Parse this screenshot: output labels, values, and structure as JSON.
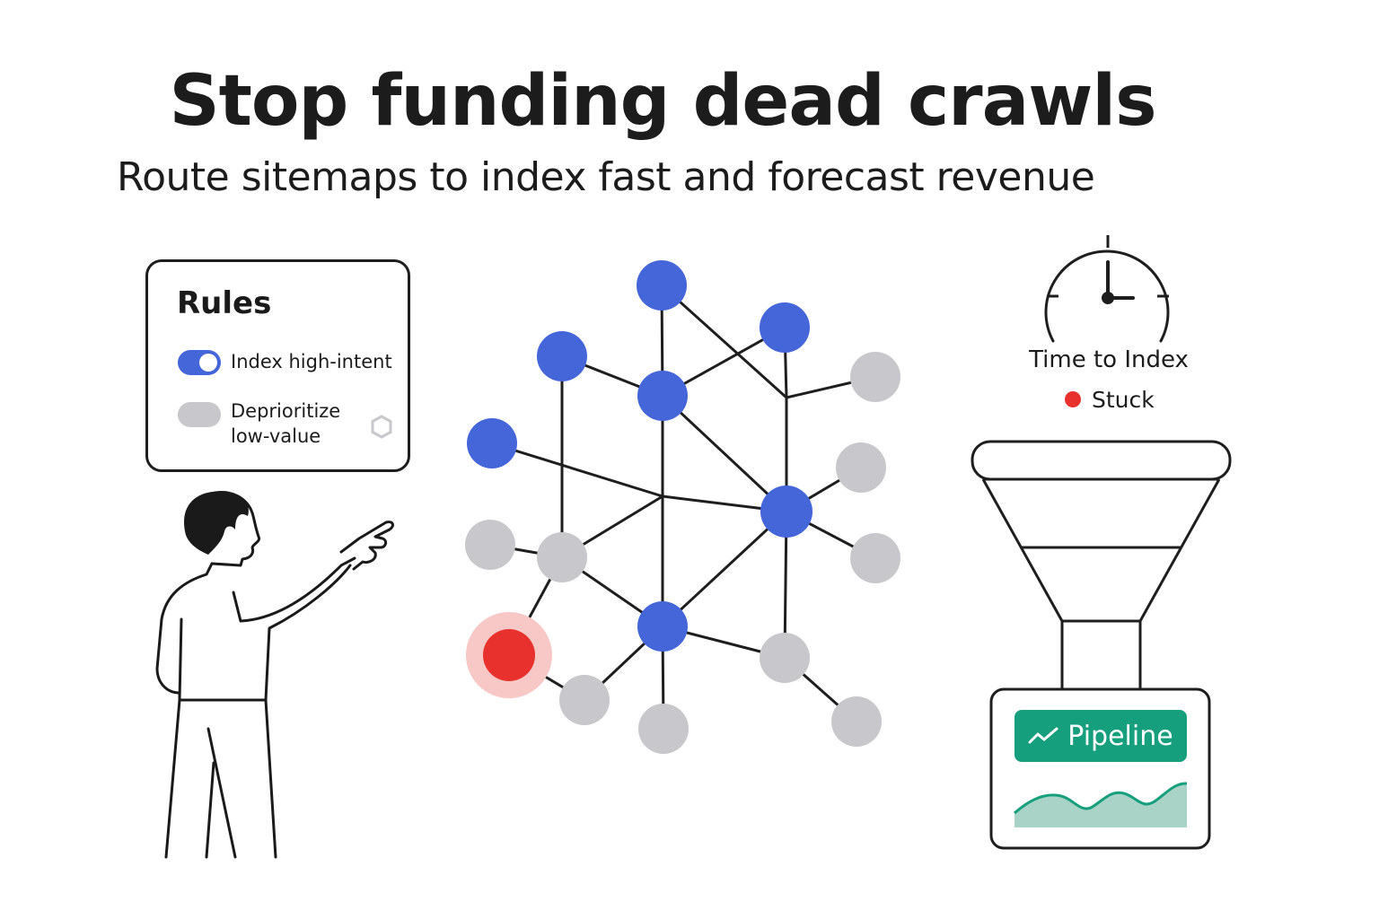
{
  "header": {
    "title": "Stop funding dead crawls",
    "subtitle": "Route sitemaps to index fast and forecast revenue"
  },
  "rules_card": {
    "title": "Rules",
    "items": [
      {
        "label": "Index high-intent",
        "enabled": true
      },
      {
        "label": "Deprioritize low-value",
        "enabled": false
      }
    ]
  },
  "time_to_index": {
    "label": "Time to Index",
    "status": "Stuck",
    "status_color": "#e8302c"
  },
  "funnel": {
    "output_label": "Pipeline",
    "output_icon": "trend-up-icon",
    "badge_color": "#159f7d"
  },
  "graph": {
    "node_colors": {
      "indexed": "#4466d9",
      "pending": "#c8c8cc",
      "stuck": "#e8302c"
    }
  }
}
